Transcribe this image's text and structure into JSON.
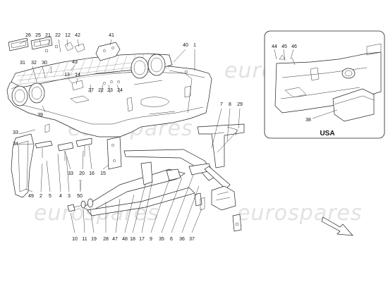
{
  "watermarks": [
    "eurospares",
    "eurospares",
    "eurospares",
    "eurospares"
  ],
  "inset": {
    "region_label": "USA"
  },
  "callouts": {
    "c26": "26",
    "c25": "25",
    "c21": "21",
    "c22a": "22",
    "c12": "12",
    "c42": "42",
    "c41": "41",
    "c40": "40",
    "c1": "1",
    "c31": "31",
    "c32": "32",
    "c30": "30",
    "c43": "43",
    "c13": "13",
    "c14": "14",
    "c27": "27",
    "c22b": "22",
    "c23": "23",
    "c24": "24",
    "c39": "39",
    "c33a": "33",
    "c34": "34",
    "c7": "7",
    "c8": "8",
    "c29": "29",
    "c33b": "33",
    "c20": "20",
    "c16": "16",
    "c15": "15",
    "c49": "49",
    "c2": "2",
    "c5": "5",
    "c4": "4",
    "c3": "3",
    "c50": "50",
    "c10": "10",
    "c11": "11",
    "c19": "19",
    "c28": "28",
    "c47": "47",
    "c48": "48",
    "c18": "18",
    "c17": "17",
    "c9": "9",
    "c35": "35",
    "c6": "6",
    "c36": "36",
    "c37": "37",
    "c44": "44",
    "c45": "45",
    "c46": "46",
    "c38": "38"
  }
}
